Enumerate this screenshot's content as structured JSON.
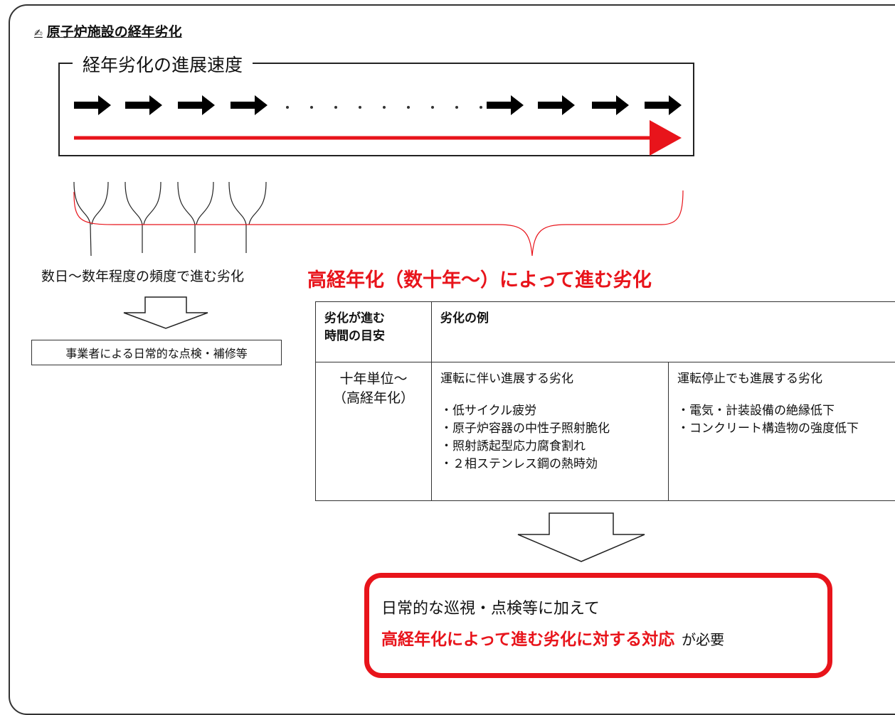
{
  "title": {
    "icon": "pencil-icon",
    "text": "原子炉施設の経年劣化"
  },
  "speed_box": {
    "title": "経年劣化の進展速度"
  },
  "short_term": {
    "label": "数日～数年程度の頻度で進む劣化",
    "response": "事業者による日常的な点検・補修等"
  },
  "long_term": {
    "label": "高経年化（数十年～）によって進む劣化"
  },
  "table": {
    "header": {
      "col1": "劣化が進む\n時間の目安",
      "col2": "劣化の例"
    },
    "row": {
      "time": "十年単位～\n（高経年化）",
      "operating": {
        "heading": "運転に伴い進展する劣化",
        "items": [
          "・低サイクル疲労",
          "・原子炉容器の中性子照射脆化",
          "・照射誘起型応力腐食割れ",
          "・２相ステンレス鋼の熱時効"
        ]
      },
      "stopped": {
        "heading": "運転停止でも進展する劣化",
        "items": [
          "・電気・計装設備の絶縁低下",
          "・コンクリート構造物の強度低下"
        ]
      }
    }
  },
  "result": {
    "line1": "日常的な巡視・点検等に加えて",
    "line2_red": "高経年化によって進む劣化に対する対応",
    "line2_plain": "が必要"
  },
  "colors": {
    "accent": "#e8141b",
    "ink": "#222222"
  }
}
